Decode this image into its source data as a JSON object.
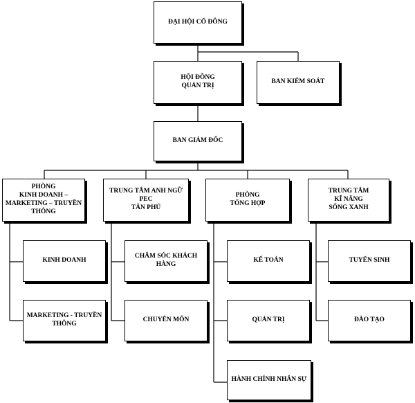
{
  "org_chart": {
    "general_meeting": "ĐẠI HỘI CỔ ĐÔNG",
    "board_of_directors": "HỘI ĐỒNG\nQUẢN TRỊ",
    "supervisory_board": "BAN KIỂM  SOÁT",
    "management_board": "BAN GIÁM ĐỐC",
    "departments": [
      {
        "label": "PHÒNG\nKINH DOANH –\nMARKETING  – TRUYỀN\nTHÔNG",
        "children": [
          "KINH DOANH",
          "MARKETING  - TRUYỀN\nTHÔNG"
        ]
      },
      {
        "label": "TRUNG TÂM ANH NGỮ PEC\nTÂN PHÚ",
        "children": [
          "CHĂM SÓC KHÁCH HÀNG",
          "CHUYÊN  MÔN"
        ]
      },
      {
        "label": "PHÒNG\nTỔNG HỢP",
        "children": [
          "KẾ TOÁN",
          "QUẢN TRỊ",
          "HÀNH CHÍNH NHÂN SỰ"
        ]
      },
      {
        "label": "TRUNG TÂM\nKĨ NĂNG\nSỐNG XANH",
        "children": [
          "TUYỂN  SINH",
          "ĐÀO TẠO"
        ]
      }
    ]
  }
}
